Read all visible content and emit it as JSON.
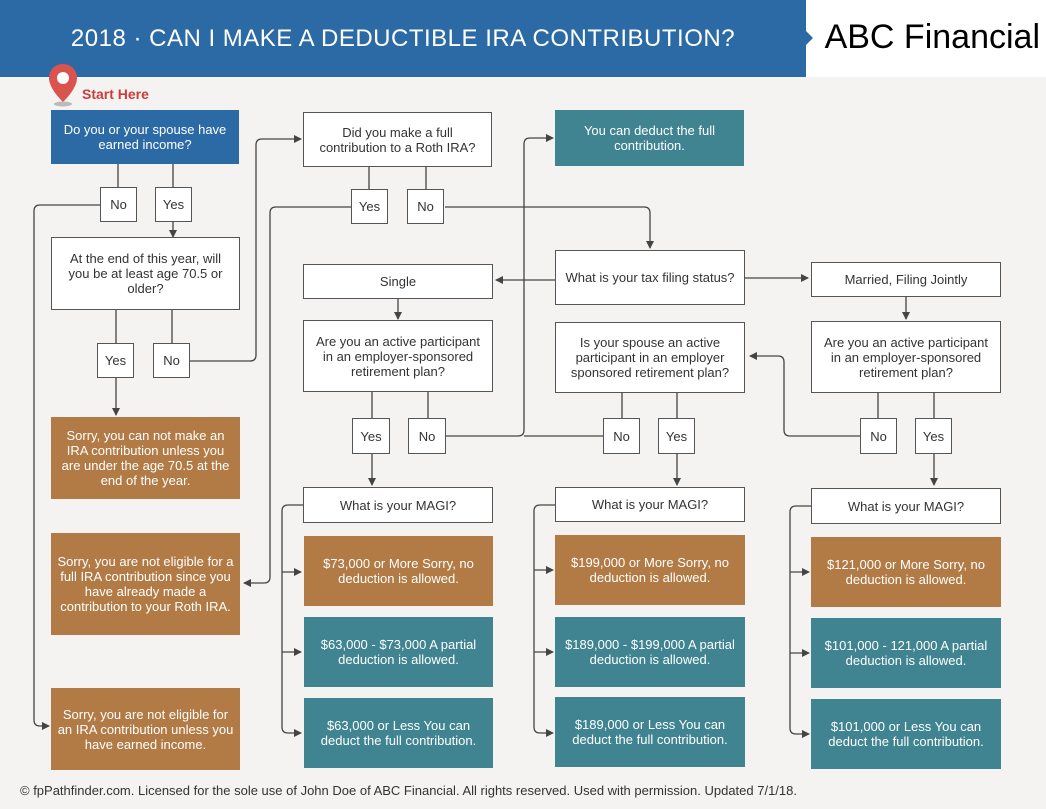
{
  "header": {
    "title": "2018 · CAN I MAKE A DEDUCTIBLE IRA CONTRIBUTION?",
    "brand": "ABC Financial"
  },
  "start": {
    "label": "Start Here",
    "question": "Do you or your spouse have earned income?"
  },
  "col1": {
    "no": "No",
    "yes": "Yes",
    "age_question": "At the end of this year, will you be at least age 70.5 or older?",
    "age_yes": "Yes",
    "age_no": "No",
    "sorry_age": "Sorry, you can not make an IRA contribution unless you are under the age 70.5 at the end of the year.",
    "sorry_roth": "Sorry, you are not eligible for a full IRA contribution since you have already made a contribution to your Roth IRA.",
    "sorry_income": "Sorry, you are not eligible for an IRA contribution unless you have earned income."
  },
  "roth": {
    "question": "Did you make a full contribution to a Roth IRA?",
    "yes": "Yes",
    "no": "No"
  },
  "full_deduct": "You can deduct the full contribution.",
  "status": {
    "question": "What is your tax filing status?",
    "single": "Single",
    "married": "Married, Filing Jointly"
  },
  "single": {
    "question": "Are you an active participant in an employer-sponsored retirement plan?",
    "yes": "Yes",
    "no": "No",
    "magi": "What is your MAGI?",
    "r1": "$73,000 or More Sorry, no deduction is allowed.",
    "r2": "$63,000 - $73,000 A partial deduction is allowed.",
    "r3": "$63,000 or Less You can deduct the full contribution."
  },
  "spouse": {
    "question": "Is your spouse an active participant in an employer sponsored retirement plan?",
    "no": "No",
    "yes": "Yes",
    "magi": "What is your MAGI?",
    "r1": "$199,000 or More Sorry, no deduction is allowed.",
    "r2": "$189,000 - $199,000 A partial deduction is allowed.",
    "r3": "$189,000 or Less You can deduct the full contribution."
  },
  "married": {
    "question": "Are you an active participant in an employer-sponsored retirement plan?",
    "no": "No",
    "yes": "Yes",
    "magi": "What is your MAGI?",
    "r1": "$121,000 or More Sorry, no deduction is allowed.",
    "r2": "$101,000 - 121,000 A partial deduction is allowed.",
    "r3": "$101,000 or Less You can deduct the full contribution."
  },
  "footer": "© fpPathfinder.com. Licensed for the sole use of John Doe of ABC Financial. All rights reserved. Used with permission. Updated 7/1/18.",
  "colors": {
    "header": "#2c6aa5",
    "teal": "#3f8490",
    "orange": "#b27a45",
    "pin": "#d9534f"
  }
}
